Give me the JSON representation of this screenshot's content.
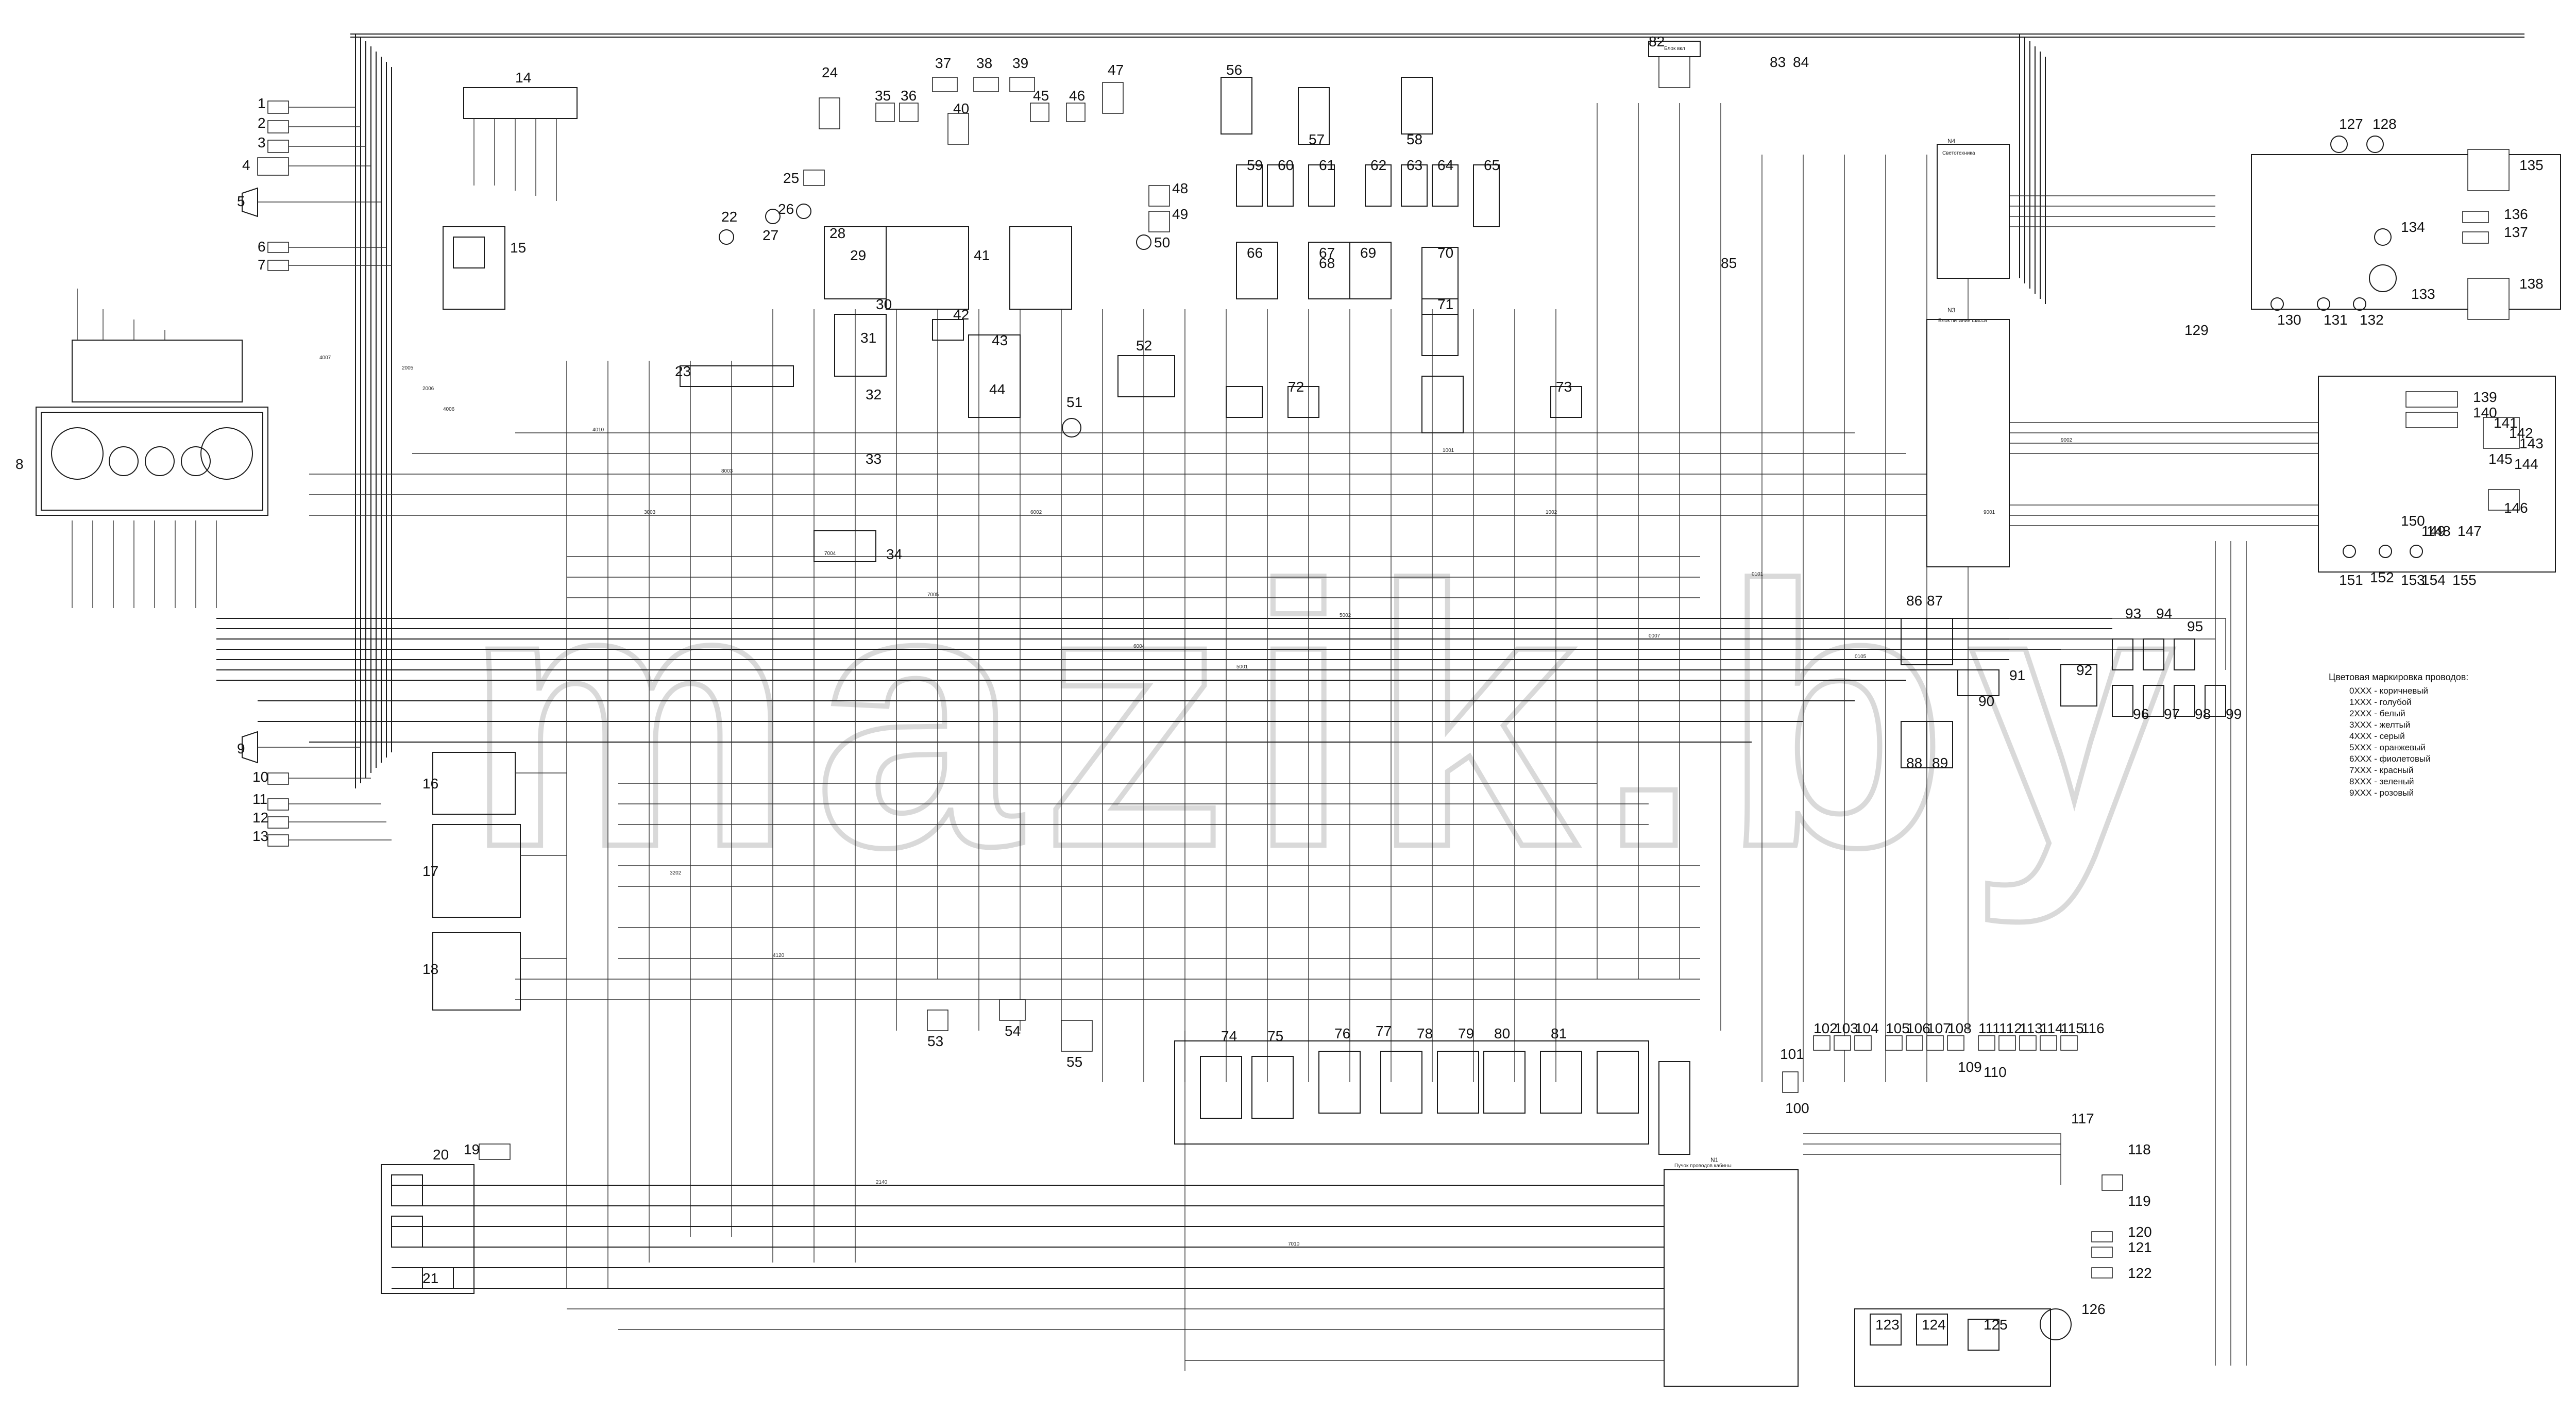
{
  "diagram": {
    "watermark": "mazik.by",
    "block_labels": {
      "n1": "N1",
      "n1_desc": "Пучок проводов кабины",
      "n3": "N3",
      "n3_desc": "Блок питания шасси",
      "n4": "N4",
      "n4_desc": "Светотехника",
      "top_82_desc": "Блок вкл"
    },
    "legend": {
      "title": "Цветовая маркировка проводов:",
      "items": [
        "0XXX - коричневый",
        "1XXX - голубой",
        "2XXX - белый",
        "3XXX - желтый",
        "4XXX - серый",
        "5XXX - оранжевый",
        "6XXX - фиолетовый",
        "7XXX - красный",
        "8XXX - зеленый",
        "9XXX - розовый"
      ]
    },
    "callouts": [
      "1",
      "2",
      "3",
      "4",
      "5",
      "6",
      "7",
      "8",
      "9",
      "10",
      "11",
      "12",
      "13",
      "14",
      "15",
      "16",
      "17",
      "18",
      "19",
      "20",
      "21",
      "22",
      "23",
      "24",
      "25",
      "26",
      "27",
      "28",
      "29",
      "30",
      "31",
      "32",
      "33",
      "34",
      "35",
      "36",
      "37",
      "38",
      "39",
      "40",
      "41",
      "42",
      "43",
      "44",
      "45",
      "46",
      "47",
      "48",
      "49",
      "50",
      "51",
      "52",
      "53",
      "54",
      "55",
      "56",
      "57",
      "58",
      "59",
      "60",
      "61",
      "62",
      "63",
      "64",
      "65",
      "66",
      "67",
      "68",
      "69",
      "70",
      "71",
      "72",
      "73",
      "74",
      "75",
      "76",
      "77",
      "78",
      "79",
      "80",
      "81",
      "82",
      "83",
      "84",
      "85",
      "86",
      "87",
      "88",
      "89",
      "90",
      "91",
      "92",
      "93",
      "94",
      "95",
      "96",
      "97",
      "98",
      "99",
      "100",
      "101",
      "102",
      "103",
      "104",
      "105",
      "106",
      "107",
      "108",
      "109",
      "110",
      "111",
      "112",
      "113",
      "114",
      "115",
      "116",
      "117",
      "118",
      "119",
      "120",
      "121",
      "122",
      "123",
      "124",
      "125",
      "126",
      "127",
      "128",
      "129",
      "130",
      "131",
      "132",
      "133",
      "134",
      "135",
      "136",
      "137",
      "138",
      "139",
      "140",
      "141",
      "142",
      "143",
      "144",
      "145",
      "146",
      "147",
      "148",
      "149",
      "150",
      "151",
      "152",
      "153",
      "154",
      "155"
    ],
    "wire_codes": [
      "2005",
      "2006",
      "4006",
      "4007",
      "4010",
      "3003",
      "8003",
      "7004",
      "7005",
      "6002",
      "6004",
      "5001",
      "5002",
      "1001",
      "1002",
      "0007",
      "0101",
      "0105",
      "9001",
      "9002",
      "3202",
      "4120",
      "2140",
      "7010"
    ]
  }
}
